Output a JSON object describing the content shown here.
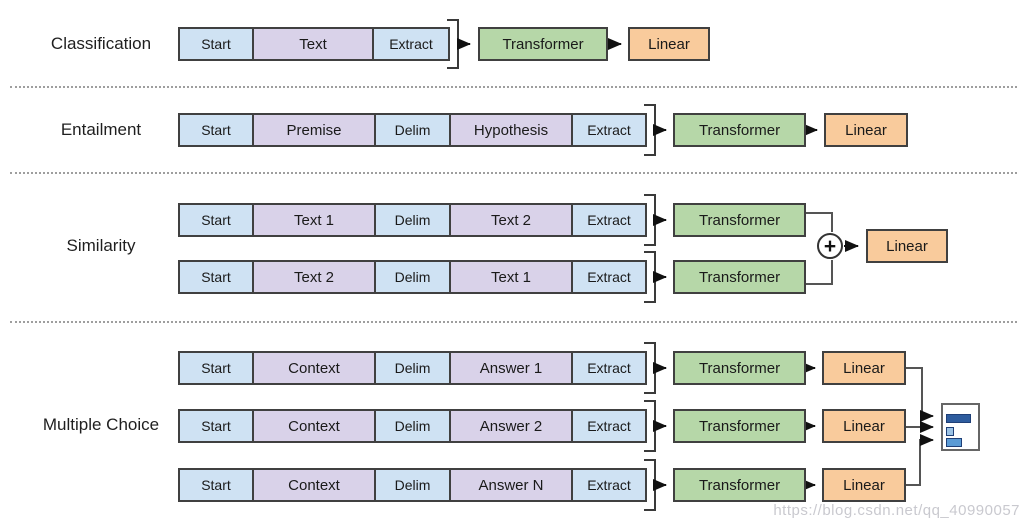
{
  "watermark": "https://blog.csdn.net/qq_40990057",
  "colors": {
    "token_special": "#cfe2f3",
    "token_content": "#d9d2e9",
    "transformer": "#b6d7a8",
    "linear": "#f9cb9c",
    "border": "#404040",
    "bar_dark": "#2e5c9e",
    "bar_light": "#9cc3e5",
    "bar_medium": "#5b9bd5"
  },
  "classification": {
    "label": "Classification",
    "tokens": [
      "Start",
      "Text",
      "Extract"
    ],
    "transformer": "Transformer",
    "linear": "Linear"
  },
  "entailment": {
    "label": "Entailment",
    "tokens": [
      "Start",
      "Premise",
      "Delim",
      "Hypothesis",
      "Extract"
    ],
    "transformer": "Transformer",
    "linear": "Linear"
  },
  "similarity": {
    "label": "Similarity",
    "rows": [
      {
        "tokens": [
          "Start",
          "Text 1",
          "Delim",
          "Text 2",
          "Extract"
        ],
        "transformer": "Transformer"
      },
      {
        "tokens": [
          "Start",
          "Text 2",
          "Delim",
          "Text 1",
          "Extract"
        ],
        "transformer": "Transformer"
      }
    ],
    "aggregate_symbol": "+",
    "linear": "Linear"
  },
  "multiple_choice": {
    "label": "Multiple Choice",
    "rows": [
      {
        "tokens": [
          "Start",
          "Context",
          "Delim",
          "Answer 1",
          "Extract"
        ],
        "transformer": "Transformer",
        "linear": "Linear"
      },
      {
        "tokens": [
          "Start",
          "Context",
          "Delim",
          "Answer 2",
          "Extract"
        ],
        "transformer": "Transformer",
        "linear": "Linear"
      },
      {
        "tokens": [
          "Start",
          "Context",
          "Delim",
          "Answer N",
          "Extract"
        ],
        "transformer": "Transformer",
        "linear": "Linear"
      }
    ]
  }
}
